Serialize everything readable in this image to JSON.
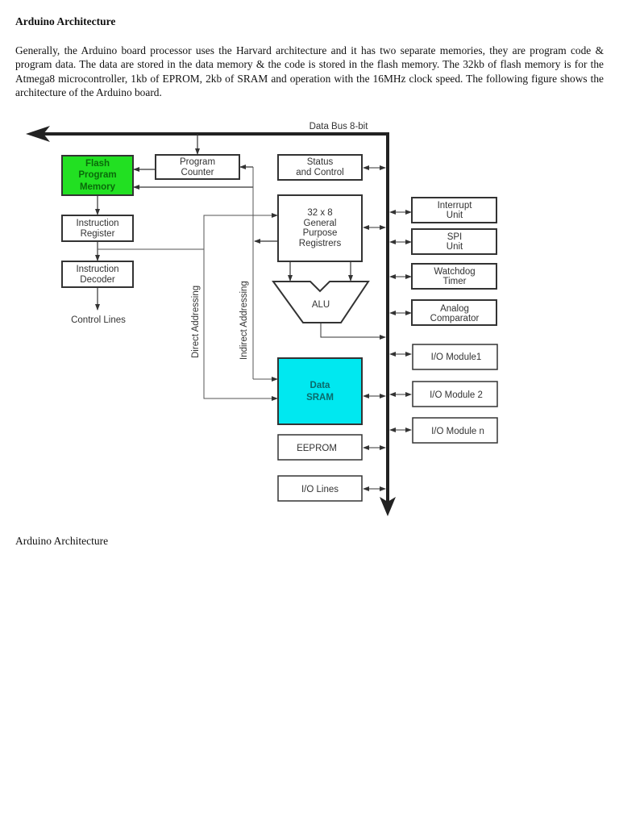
{
  "document": {
    "heading": "Arduino Architecture",
    "paragraph": "Generally, the Arduino board processor uses the Harvard architecture and it has two separate memories, they are program code & program data. The data are stored in the data memory & the code is stored in the flash memory. The 32kb of flash memory is for the Atmega8 microcontroller, 1kb of EPROM, 2kb of SRAM and operation with the 16MHz clock speed. The following figure shows the architecture of the Arduino board.",
    "caption": "Arduino Architecture"
  },
  "diagram": {
    "bus_label": "Data Bus 8-bit",
    "colors": {
      "flash": "#22e022",
      "flash_text": "#0a6a0a",
      "sram": "#00e8f0",
      "sram_text": "#0a6a6a"
    },
    "blocks": {
      "flash": [
        "Flash",
        "Program",
        "Memory"
      ],
      "program_counter": [
        "Program",
        "Counter"
      ],
      "status_control": [
        "Status",
        "and Control"
      ],
      "instruction_register": [
        "Instruction",
        "Register"
      ],
      "instruction_decoder": [
        "Instruction",
        "Decoder"
      ],
      "registers": [
        "32 x 8",
        "General",
        "Purpose",
        "Registrers"
      ],
      "alu": "ALU",
      "data_sram": [
        "Data",
        "SRAM"
      ],
      "eeprom": "EEPROM",
      "io_lines": "I/O Lines",
      "interrupt": [
        "Interrupt",
        "Unit"
      ],
      "spi": [
        "SPI",
        "Unit"
      ],
      "watchdog": [
        "Watchdog",
        "Timer"
      ],
      "analog": [
        "Analog",
        "Comparator"
      ],
      "io1": "I/O Module1",
      "io2": "I/O Module 2",
      "ion": "I/O Module n"
    },
    "labels": {
      "control_lines": "Control Lines",
      "direct_addressing": "Direct Addressing",
      "indirect_addressing": "Indirect Addressing"
    }
  }
}
